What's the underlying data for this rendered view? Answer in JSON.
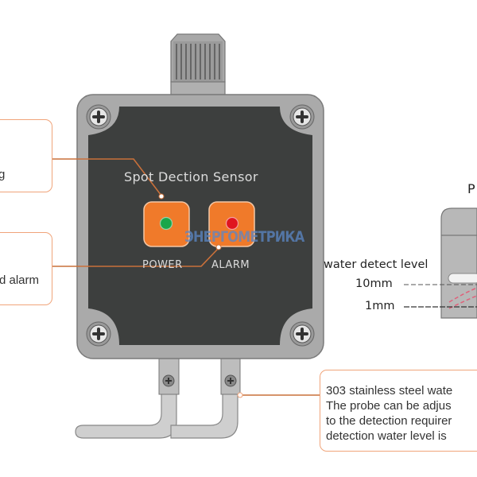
{
  "device": {
    "title": "Spot Dection Sensor",
    "indicators": [
      {
        "label": "POWER",
        "led_color": "#1aa64a"
      },
      {
        "label": "ALARM",
        "led_color": "#e0151f"
      }
    ]
  },
  "callouts": {
    "top_left": {
      "lines": [
        "g"
      ]
    },
    "middle_left": {
      "lines": [
        "d alarm"
      ]
    },
    "bottom_right": {
      "lines": [
        "303 stainless steel wate",
        "The probe can be adjus",
        "to the detection requirer",
        "detection water level is"
      ]
    }
  },
  "probe_detail": {
    "title_partial": "P",
    "water_detect_label": "water detect level",
    "levels": [
      "10mm",
      "1mm"
    ]
  },
  "watermark": "ЭНЕРГОМЕТРИКА",
  "colors": {
    "accent_orange": "#f07a2a",
    "callout_border": "#f0a47a",
    "panel_dark": "#3d3f3e",
    "housing_gray": "#a9a9a9"
  }
}
